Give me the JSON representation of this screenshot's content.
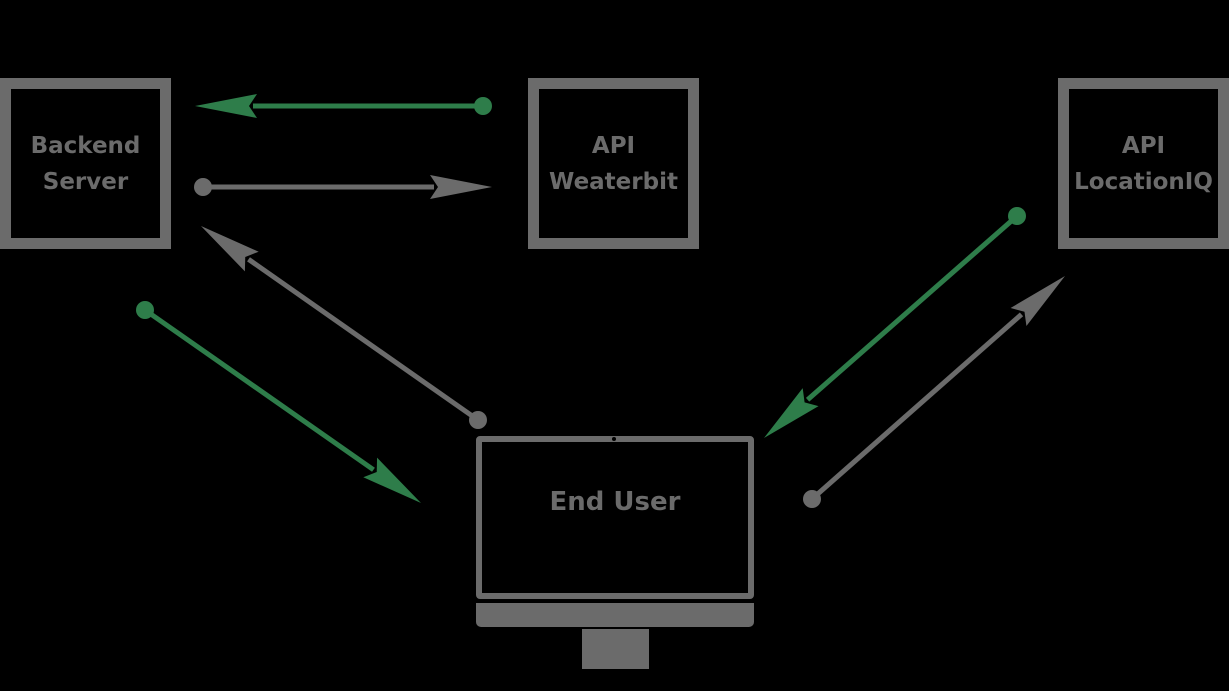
{
  "diagram": {
    "nodes": {
      "backend": {
        "line1": "Backend",
        "line2": "Server"
      },
      "weatherbit": {
        "line1": "API",
        "line2": "Weaterbit"
      },
      "locationiq": {
        "line1": "API",
        "line2": "LocationIQ"
      },
      "end_user": {
        "label": "End User"
      }
    },
    "colors": {
      "background": "#000000",
      "node": "#6b6b6b",
      "request_arrow": "#6b6b6b",
      "response_arrow": "#2e7d4a"
    },
    "connections": [
      {
        "from": "backend",
        "to": "weatherbit",
        "kind": "request"
      },
      {
        "from": "weatherbit",
        "to": "backend",
        "kind": "response"
      },
      {
        "from": "end_user",
        "to": "backend",
        "kind": "request"
      },
      {
        "from": "backend",
        "to": "end_user",
        "kind": "response"
      },
      {
        "from": "end_user",
        "to": "locationiq",
        "kind": "request"
      },
      {
        "from": "locationiq",
        "to": "end_user",
        "kind": "response"
      }
    ]
  }
}
